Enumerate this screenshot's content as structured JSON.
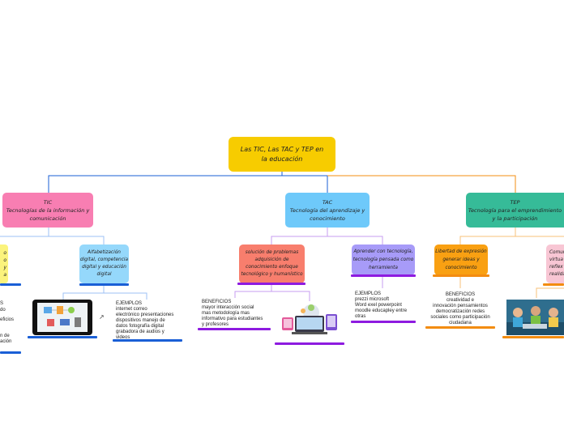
{
  "colors": {
    "root": "#f7cc00",
    "tic": "#f87eb2",
    "tac": "#6ec9fa",
    "tep": "#36bb98",
    "yellow": "#fbf37c",
    "lightblue": "#95d8fb",
    "salmon": "#f87e6d",
    "lavender": "#a79bf8",
    "orange": "#f9a012",
    "pink": "#f8c6d4",
    "blue_line": "#1a5fd6",
    "purple_line": "#8e1be0",
    "orange_line": "#f38c10"
  },
  "root": {
    "line1": "Las TIC, Las TAC y TEP en",
    "line2": "la educación"
  },
  "tic": {
    "line1": "TIC",
    "line2": "Tecnologías de la información y",
    "line3": "comunicación"
  },
  "tac": {
    "line1": "TAC",
    "line2": "Tecnología del aprendizaje y",
    "line3": "conocimiento"
  },
  "tep": {
    "line1": "TEP",
    "line2": "Tecnología para el emprendimiento",
    "line3": "y la participación"
  },
  "tic_left": {
    "lines": [
      "o",
      "o",
      "y",
      "a"
    ]
  },
  "tic_left_text": {
    "lines": [
      "S",
      "do",
      "eficios",
      "n de",
      "ación"
    ]
  },
  "alfabetizacion": {
    "lines": [
      "Alfabetización",
      "digital, competencia",
      "digital y educación",
      "digital"
    ]
  },
  "tic_ejemplos": {
    "lines": [
      "EJEMPLOS",
      "internet correo",
      "electrónico presentaciones",
      " dispositivos manejo de",
      "datos fotografía digital",
      "grabadora de audios y",
      "videos"
    ]
  },
  "solucion": {
    "lines": [
      "solución de problemas",
      "adquisición de",
      "conocimiento enfoque",
      "tecnológico y humanístico"
    ]
  },
  "tac_beneficios": {
    "lines": [
      "BENEFICIOS",
      "mayor interacción social",
      "mas  metodología mas",
      "informativo para estudiantes",
      "y profesores"
    ]
  },
  "aprender": {
    "lines": [
      "Aprender con tecnología,",
      "tecnología pensada como",
      "herramienta"
    ]
  },
  "tac_ejemplos": {
    "lines": [
      "EJEMPLOS",
      " prezzi microsoft",
      "Word exel powerpoint",
      "moodle educapley entre",
      "otras"
    ]
  },
  "libertad": {
    "lines": [
      "Libertad de expresión",
      "generar ideas   y",
      "conocimiento"
    ]
  },
  "tep_beneficios": {
    "lines": [
      "BENEFICIOS",
      "creatividad  e",
      "innovación pensamientos",
      "democratización redes",
      "sociales como participación",
      "ciudadana"
    ]
  },
  "comun": {
    "lines": [
      "Comun",
      "virtua",
      "reflex",
      "realida"
    ]
  }
}
